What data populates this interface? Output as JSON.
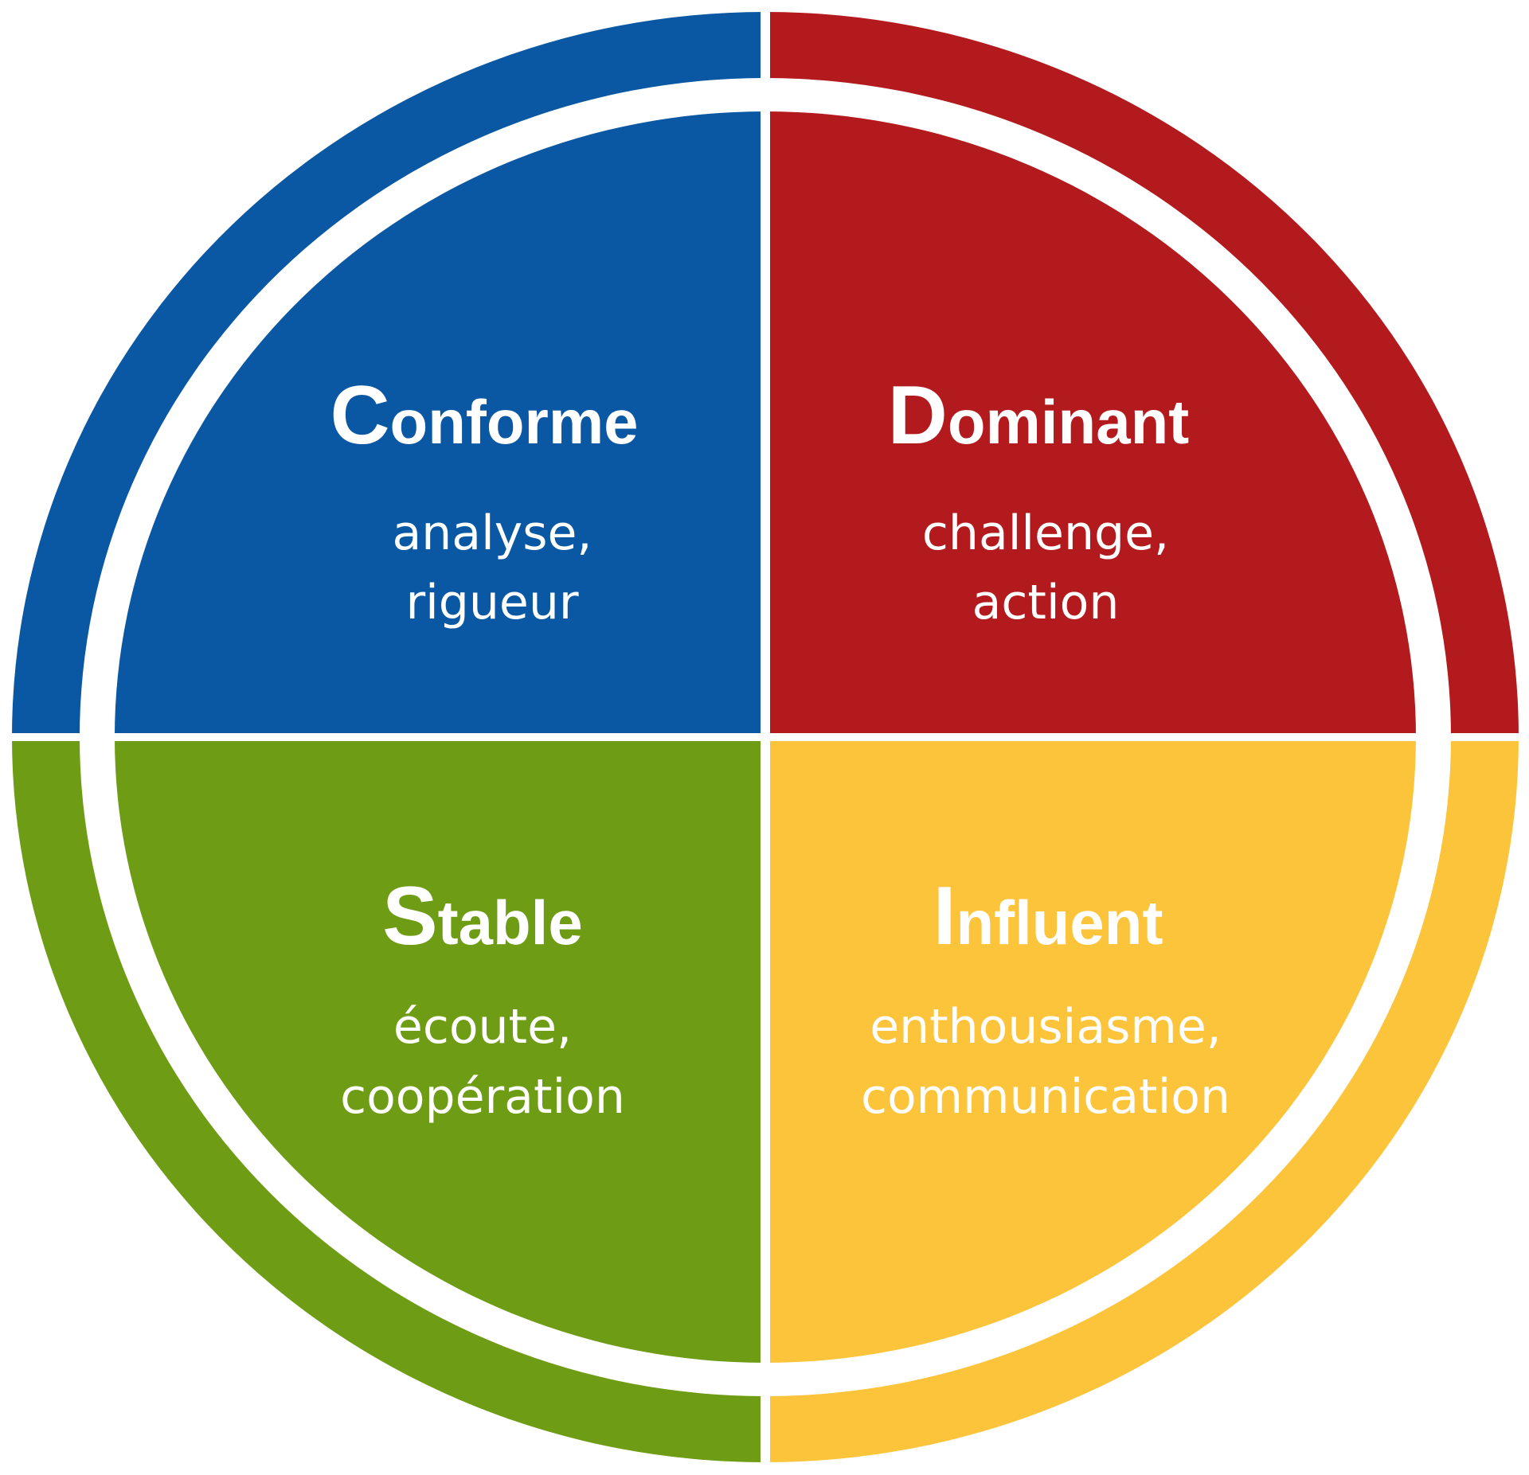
{
  "colors": {
    "C": "#0A58A3",
    "D": "#B31A1E",
    "S": "#6F9C15",
    "I": "#FCC43A"
  },
  "quadrants": {
    "C": {
      "initial": "C",
      "rest": "onforme",
      "line1": "analyse,",
      "line2": "rigueur"
    },
    "D": {
      "initial": "D",
      "rest": "ominant",
      "line1": "challenge,",
      "line2": "action"
    },
    "S": {
      "initial": "S",
      "rest": "table",
      "line1": "écoute,",
      "line2": "coopération"
    },
    "I": {
      "initial": "I",
      "rest": "nfluent",
      "line1": "enthousiasme,",
      "line2": "communication"
    }
  }
}
